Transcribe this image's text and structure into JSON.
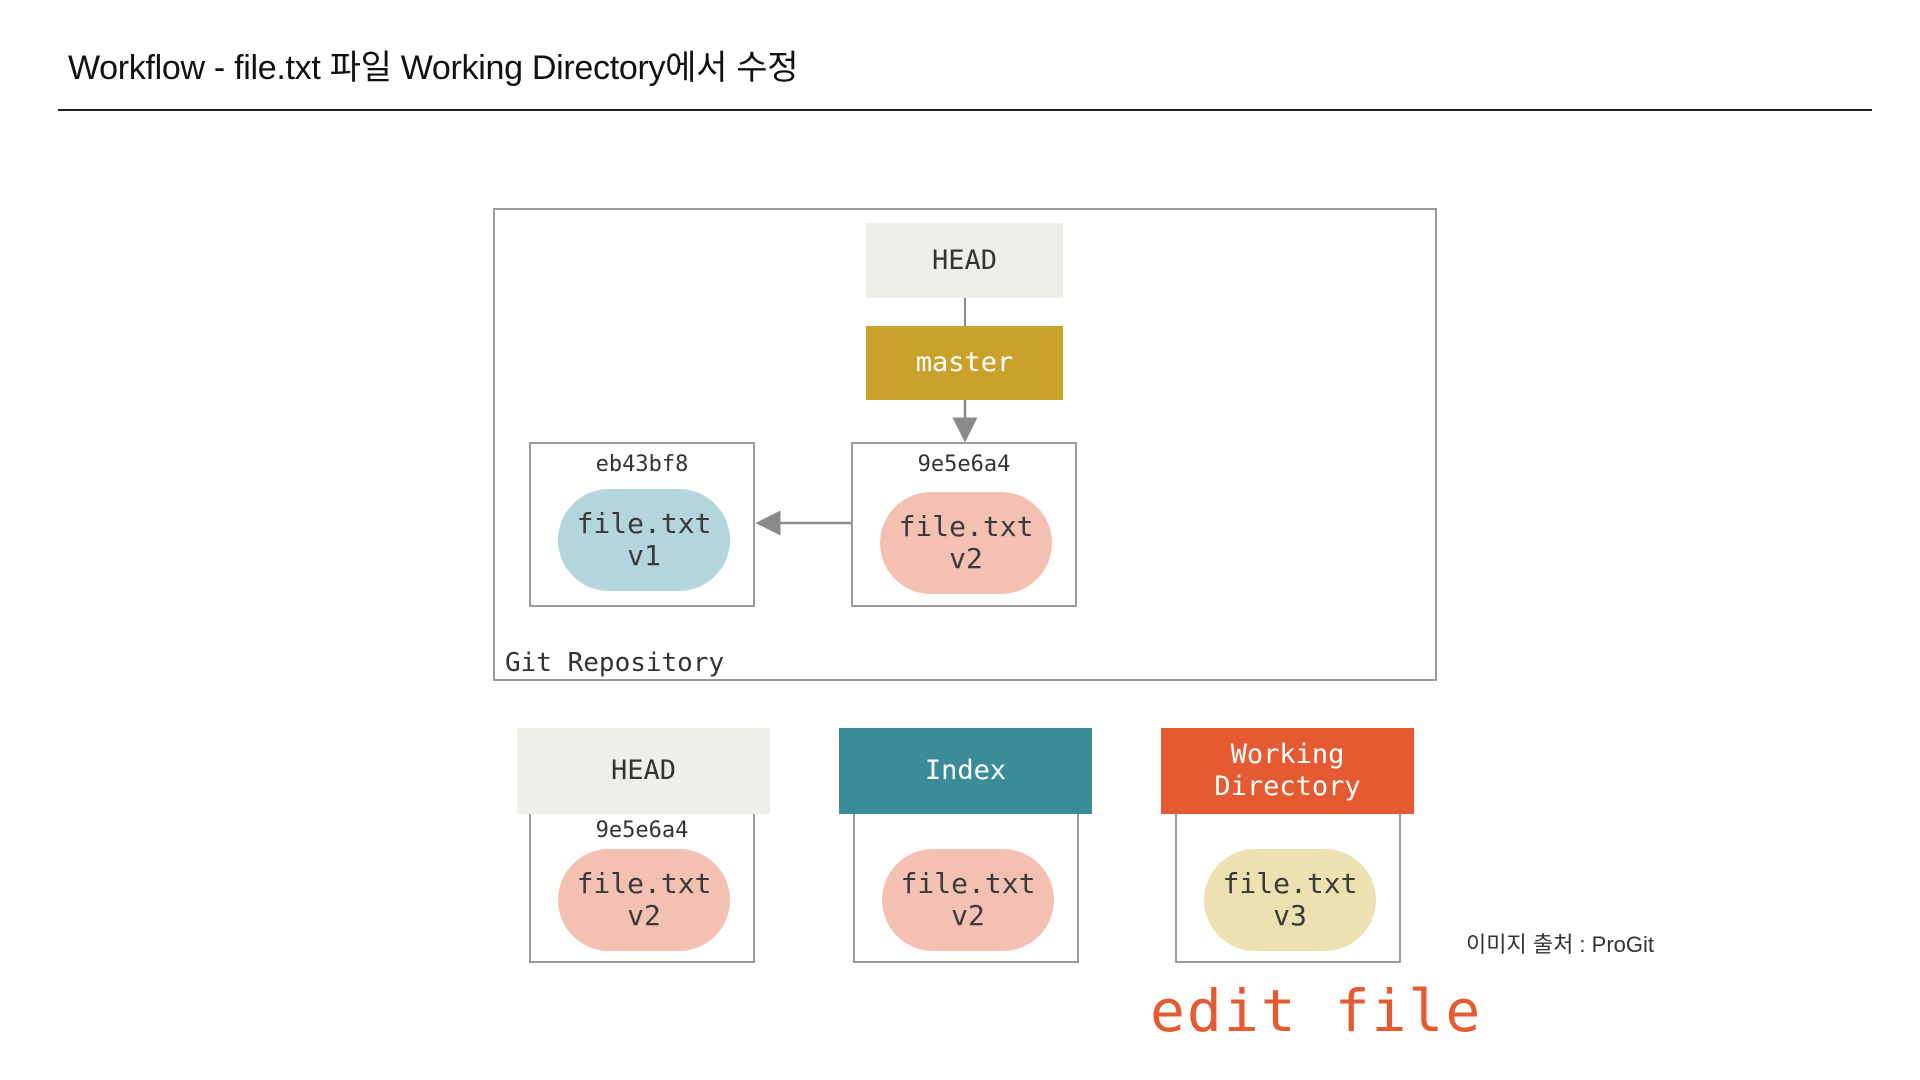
{
  "title": "Workflow - file.txt 파일 Working Directory에서 수정",
  "repository": {
    "label": "Git Repository",
    "head_label": "HEAD",
    "branch_label": "master",
    "commits": [
      {
        "hash": "eb43bf8",
        "file": "file.txt",
        "version": "v1",
        "color": "#b3d5db"
      },
      {
        "hash": "9e5e6a4",
        "file": "file.txt",
        "version": "v2",
        "color": "#f4c0b1"
      }
    ]
  },
  "trees": [
    {
      "label": "HEAD",
      "hash": "9e5e6a4",
      "file": "file.txt",
      "version": "v2",
      "header_color": "#efeee9",
      "blob_color": "#f4c0b1"
    },
    {
      "label": "Index",
      "file": "file.txt",
      "version": "v2",
      "header_color": "#3a8c98",
      "blob_color": "#f4c0b1"
    },
    {
      "label": "Working Directory",
      "file": "file.txt",
      "version": "v3",
      "header_color": "#e55a30",
      "blob_color": "#ede1b1"
    }
  ],
  "action_label": "edit file",
  "source_caption": "이미지 출처 : ProGit",
  "colors": {
    "master": "#c9a12b",
    "index": "#3a8c98",
    "working_directory": "#e55a30",
    "head": "#efeee9",
    "border": "#9a9a9a"
  }
}
